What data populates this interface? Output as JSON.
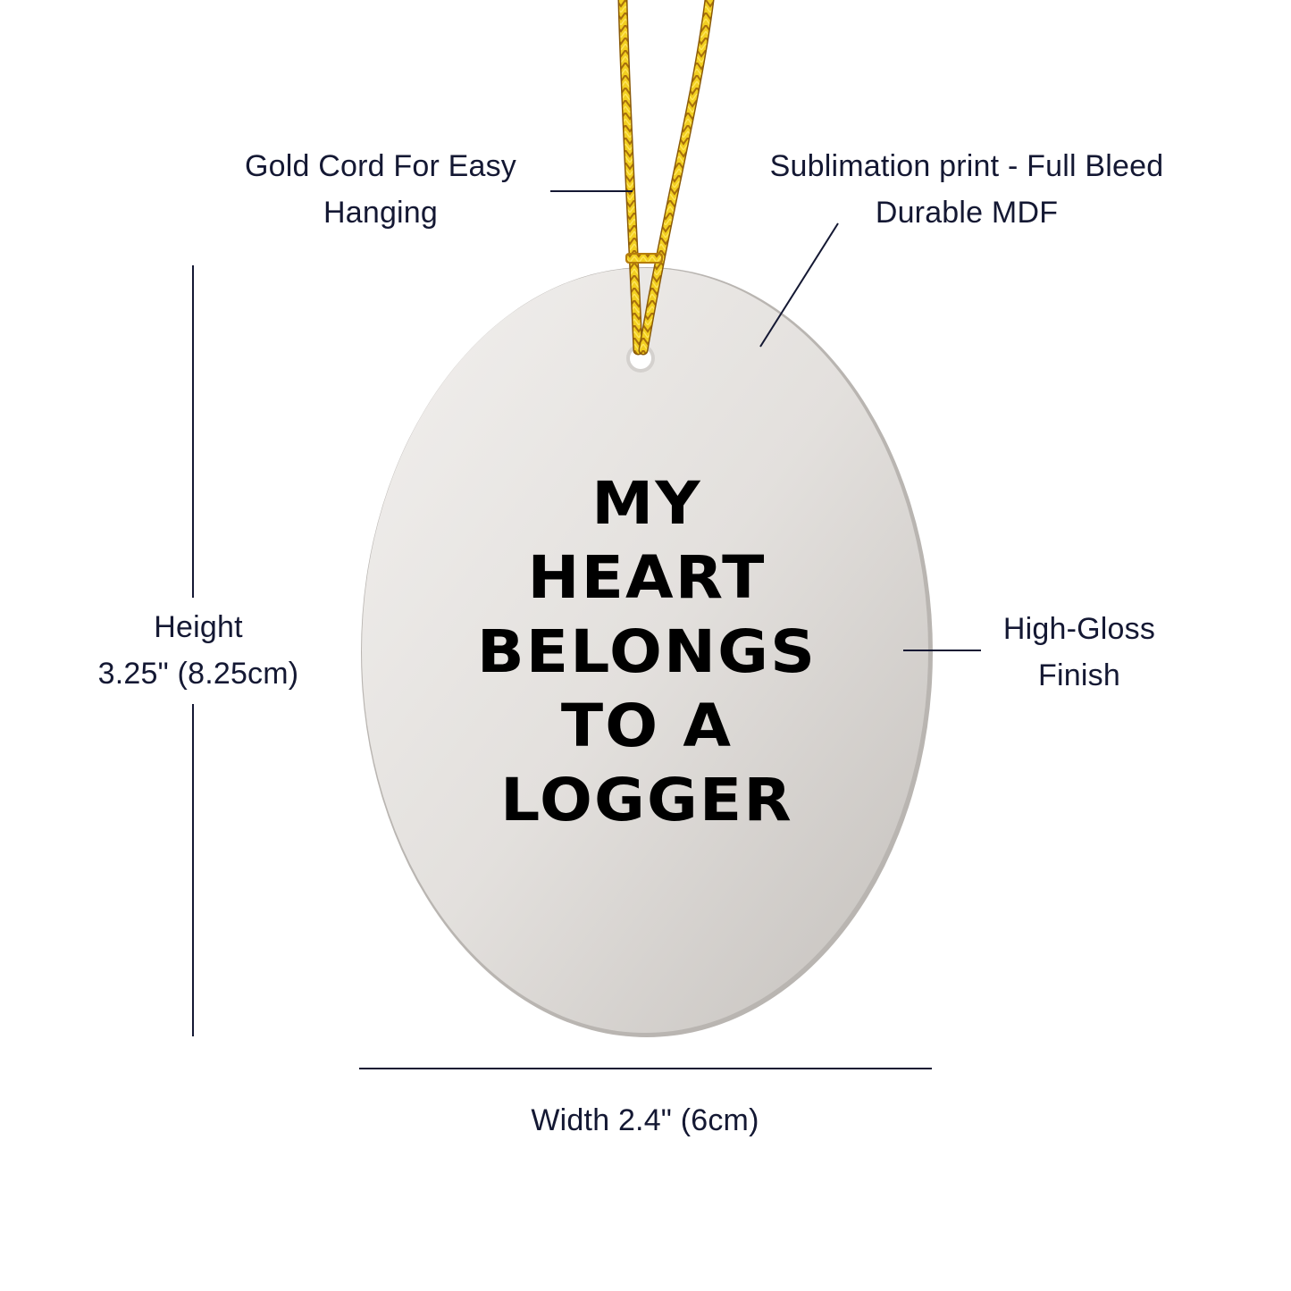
{
  "product": {
    "type": "oval ornament",
    "print_lines": [
      "MY",
      "HEART",
      "BELONGS",
      "TO A",
      "LOGGER"
    ]
  },
  "callouts": {
    "cord": {
      "lines": [
        "Gold Cord For Easy",
        "Hanging"
      ]
    },
    "print": {
      "lines": [
        "Sublimation print - Full Bleed",
        "Durable MDF"
      ]
    },
    "finish": {
      "lines": [
        "High-Gloss",
        "Finish"
      ]
    },
    "height": {
      "lines": [
        "Height",
        "3.25\" (8.25cm)"
      ]
    },
    "width": {
      "lines": [
        "Width 2.4\" (6cm)"
      ]
    }
  },
  "colors": {
    "label_text": "#141833",
    "cord_gold": "#e8b81a",
    "ornament_light": "#efedeb",
    "ornament_dark": "#c6c2be",
    "print_text": "#000000"
  }
}
